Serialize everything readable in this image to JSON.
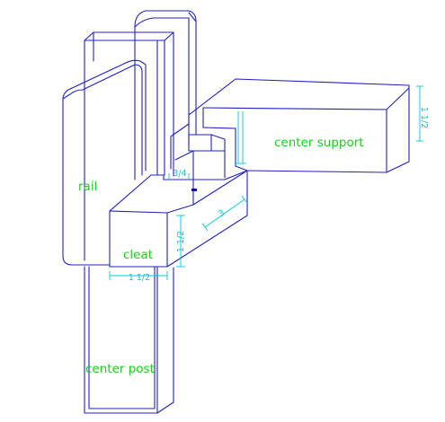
{
  "labels": {
    "rail": "rail",
    "cleat": "cleat",
    "center_support": "center support",
    "center_post": "center post"
  },
  "dimensions": {
    "support_height": "1 1/2",
    "cleat_height": "1 1/2",
    "cleat_width": "1 1/2",
    "notch_depth": "3/4",
    "notch_length": "3"
  },
  "colors": {
    "outline": "#2020c8",
    "dimension": "#00c8d8",
    "label": "#18d018"
  }
}
